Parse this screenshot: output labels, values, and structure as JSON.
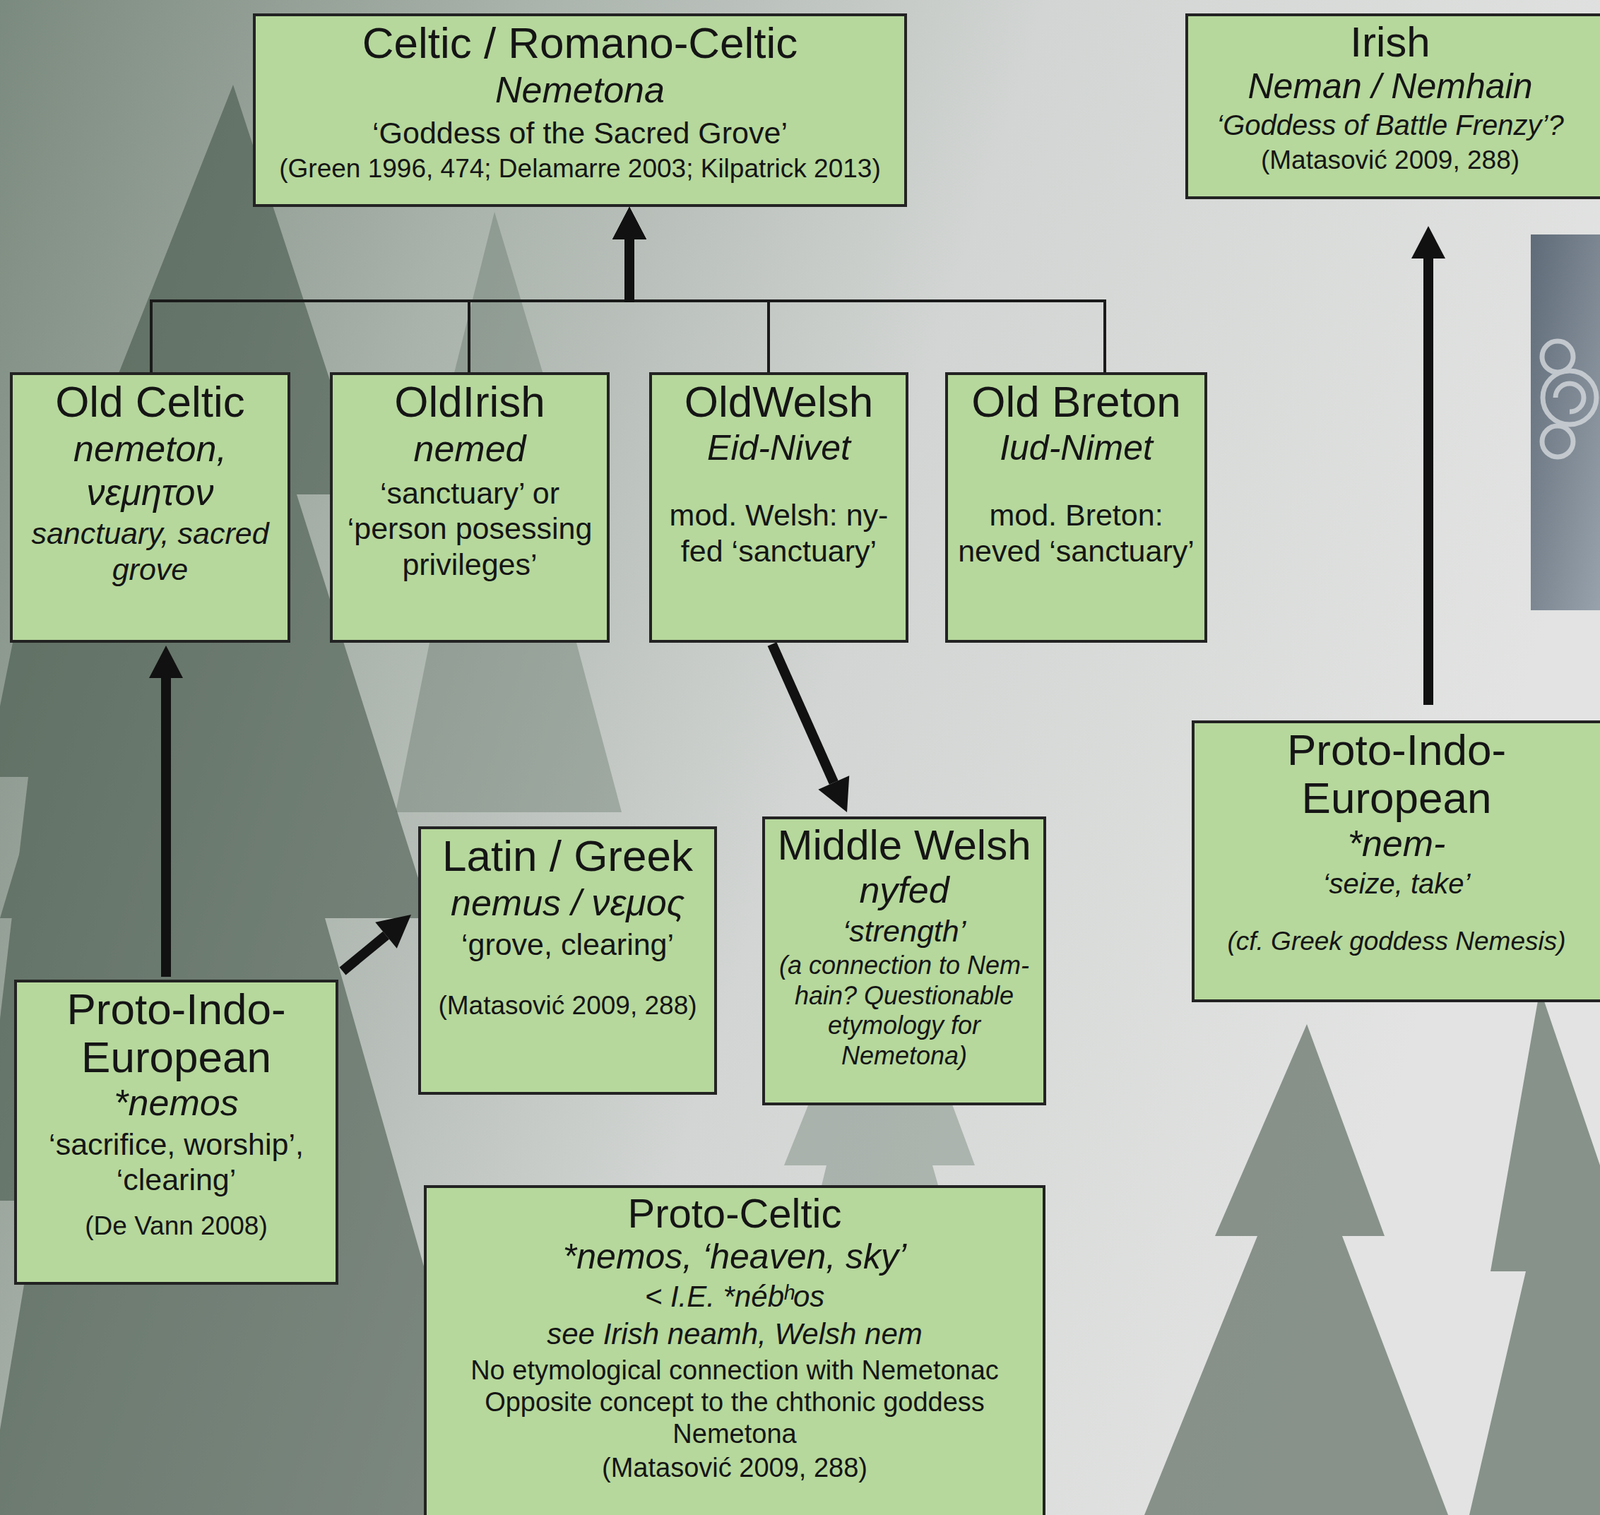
{
  "diagram": {
    "nodes": [
      {
        "text": [
          "Celtic / Romano-Celtic",
          "Nemetona",
          "‘Goddess of the Sacred Grove’",
          "(Green 1996, 474; Delamarre 2003; Kilpatrick 2013)"
        ]
      },
      {
        "text": [
          "Irish",
          "Neman / Nemhain",
          "‘Goddess of Battle Frenzy’?",
          "(Matasović 2009, 288)"
        ]
      },
      {
        "text": [
          "Old Celtic",
          "nemeton, νεμητον",
          "sanctuary, sacred grove"
        ]
      },
      {
        "text": [
          "OldIrish",
          "nemed",
          "‘sanctuary’ or ‘person posessing privileges’"
        ]
      },
      {
        "text": [
          "OldWelsh",
          "Eid-Nivet",
          "mod. Welsh: ny-fed ‘sanctuary’"
        ]
      },
      {
        "text": [
          "Old Breton",
          "Iud-Nimet",
          "mod. Breton: neved ‘sanctuary’"
        ]
      },
      {
        "text": [
          "Proto-Indo-European",
          "*nem-",
          "‘seize, take’",
          "(cf. Greek goddess Nemesis)"
        ]
      },
      {
        "text": [
          "Latin / Greek",
          "nemus / νεμος",
          "‘grove, clearing’",
          "(Matasović 2009, 288)"
        ]
      },
      {
        "text": [
          "Middle Welsh",
          "nyfed",
          "‘strength’",
          "(a connection to Nem-hain? Questionable etymology for Nemetona)"
        ]
      },
      {
        "text": [
          "Proto-Indo-European",
          "*nemos",
          "‘sacrifice, worship’, ‘clearing’",
          "(De Vann 2008)"
        ]
      },
      {
        "text": [
          "Proto-Celtic",
          "*nemos, ‘heaven, sky’",
          "< I.E. *nébʰos",
          "see Irish neamh, Welsh nem",
          "No etymological connection with Nemetonac",
          "Opposite concept to the chthonic goddess Nemetona",
          "(Matasović 2009, 288)"
        ]
      }
    ],
    "edges": [
      {
        "from": 2,
        "to": 0,
        "arrow": "to"
      },
      {
        "from": 3,
        "to": 0,
        "arrow": "to"
      },
      {
        "from": 4,
        "to": 0,
        "arrow": "to"
      },
      {
        "from": 5,
        "to": 0,
        "arrow": "to"
      },
      {
        "from": 9,
        "to": 2,
        "arrow": "to"
      },
      {
        "from": 9,
        "to": 7,
        "arrow": "to"
      },
      {
        "from": 4,
        "to": 8,
        "arrow": "to"
      },
      {
        "from": 6,
        "to": 1,
        "arrow": "to"
      }
    ]
  }
}
